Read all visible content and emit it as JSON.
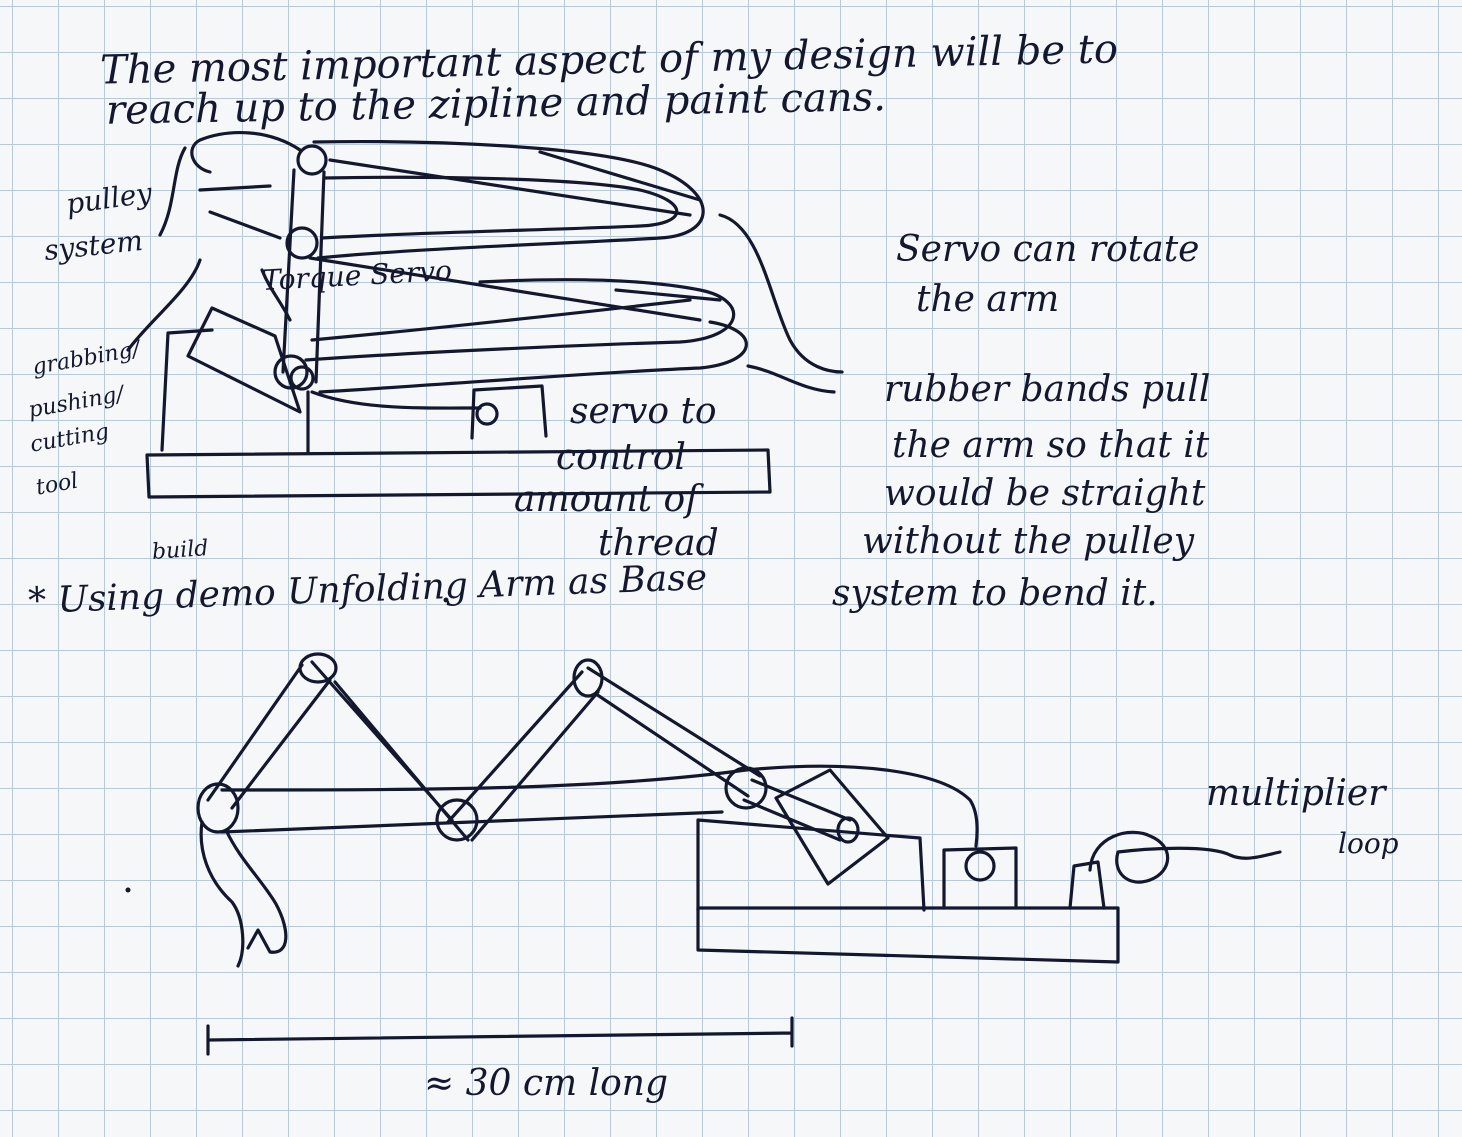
{
  "heading_line1": "The most important aspect of my design will be to",
  "heading_line2": "reach up to the zipline and paint cans.",
  "labels": {
    "pulley": [
      "pulley",
      "system"
    ],
    "grabbing": [
      "grabbing/",
      "pushing/",
      "cutting",
      "tool"
    ],
    "torque_servo": "Torque Servo",
    "servo_thread": [
      "servo to",
      "control",
      "amount of",
      "thread"
    ],
    "servo_rotate": [
      "Servo can rotate",
      "the arm"
    ],
    "rubber_bands": [
      "rubber bands pull",
      "the arm so that it",
      "would be straight",
      "without the pulley",
      "system to bend it."
    ],
    "build": "build",
    "base_note": "* Using demo Unfolding Arm as Base",
    "multiplier": [
      "multiplier",
      "loop"
    ],
    "scale": "≈ 30 cm long"
  },
  "colors": {
    "ink": "#14182e",
    "grid": "#b9c9dc",
    "paper": "#f6f7f9"
  }
}
